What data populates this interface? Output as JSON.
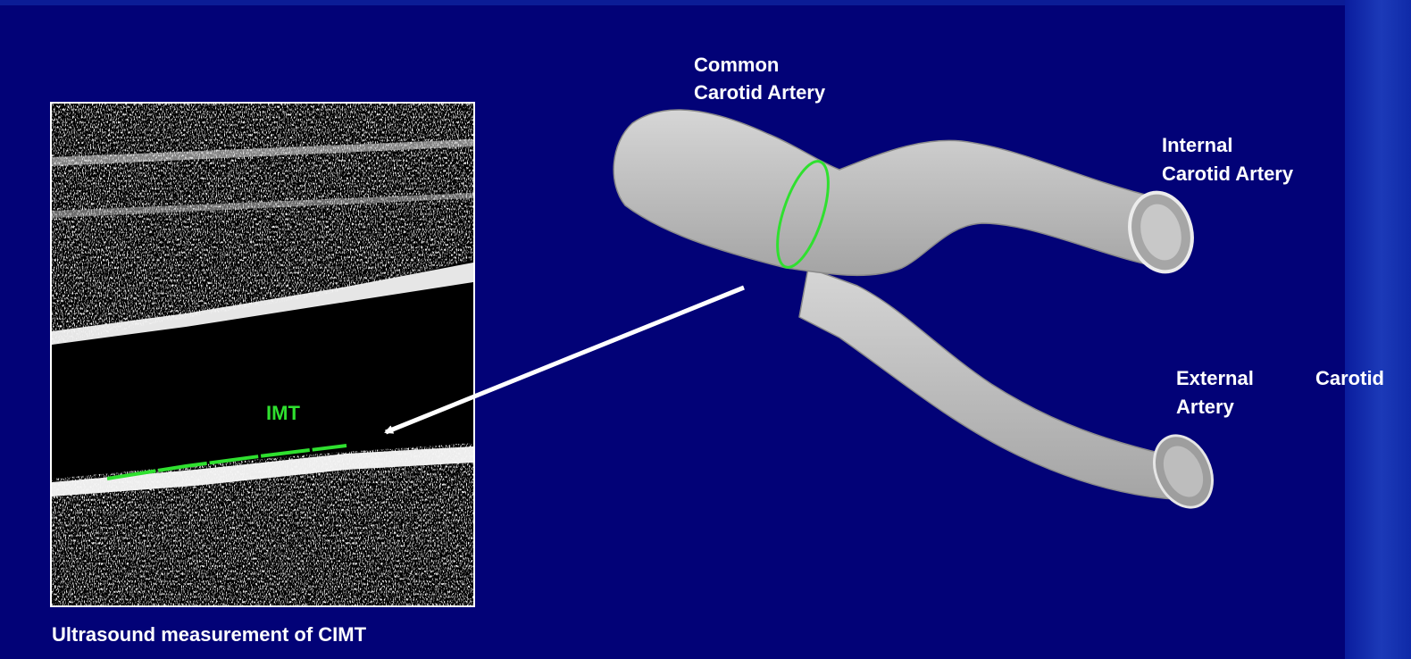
{
  "labels": {
    "common_line1": "Common",
    "common_line2": "Carotid Artery",
    "internal_line1": "Internal",
    "internal_line2": "Carotid Artery",
    "external_line1_a": "External",
    "external_line1_b": "Carotid",
    "external_line2": "Artery",
    "imt": "IMT",
    "caption": "Ultrasound measurement of  CIMT"
  },
  "colors": {
    "background": "#020277",
    "label_text": "#ffffff",
    "imt_marker": "#2fe02f",
    "artery_surface": "#c4c4c4"
  }
}
